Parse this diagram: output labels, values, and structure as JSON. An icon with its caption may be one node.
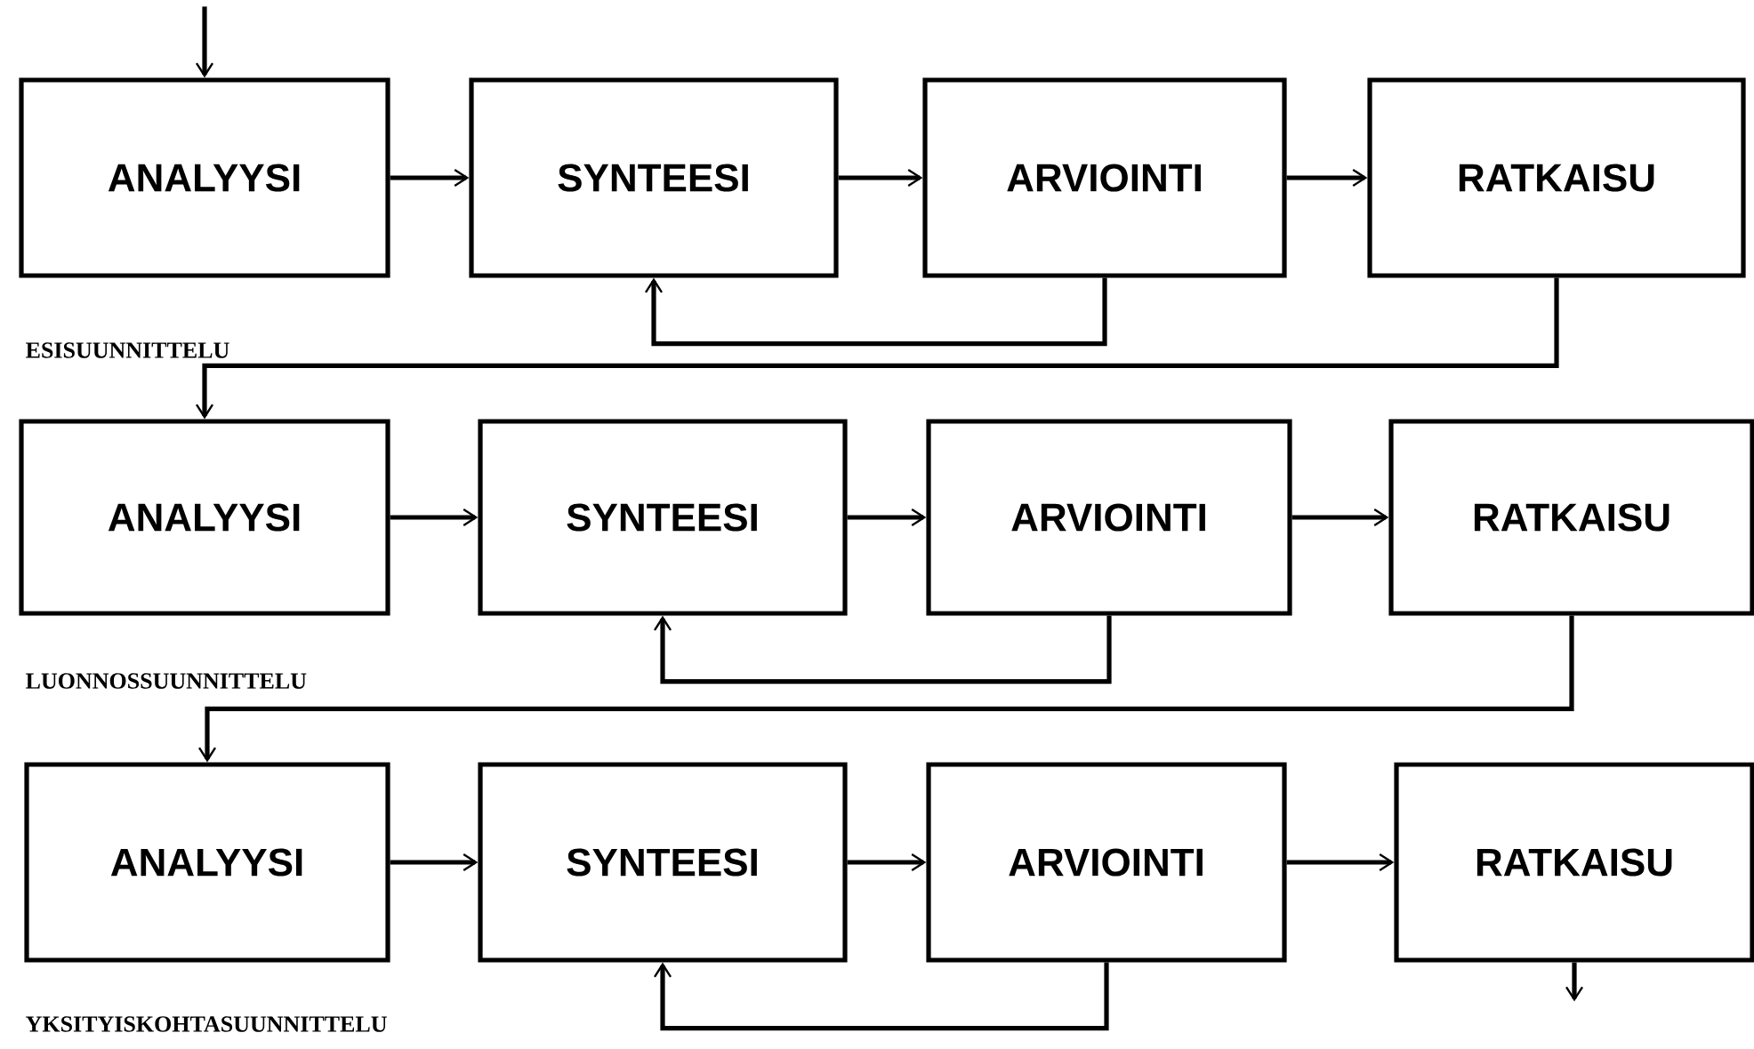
{
  "diagram": {
    "nodes": [
      {
        "text": [
          "ANALYYSI"
        ]
      },
      {
        "text": [
          "SYNTEESI"
        ]
      },
      {
        "text": [
          "ARVIOINTI"
        ]
      },
      {
        "text": [
          "RATKAISU"
        ]
      },
      {
        "text": [
          "ANALYYSI"
        ]
      },
      {
        "text": [
          "SYNTEESI"
        ]
      },
      {
        "text": [
          "ARVIOINTI"
        ]
      },
      {
        "text": [
          "RATKAISU"
        ]
      },
      {
        "text": [
          "ANALYYSI"
        ]
      },
      {
        "text": [
          "SYNTEESI"
        ]
      },
      {
        "text": [
          "ARVIOINTI"
        ]
      },
      {
        "text": [
          "RATKAISU"
        ]
      }
    ],
    "edges": [
      {
        "from": null,
        "to": 0,
        "arrow": "to"
      },
      {
        "from": 0,
        "to": 1,
        "arrow": "to"
      },
      {
        "from": 1,
        "to": 2,
        "arrow": "to"
      },
      {
        "from": 2,
        "to": 3,
        "arrow": "to"
      },
      {
        "from": 2,
        "to": 1,
        "arrow": "to"
      },
      {
        "from": 3,
        "to": 4,
        "arrow": "to"
      },
      {
        "from": 4,
        "to": 5,
        "arrow": "to"
      },
      {
        "from": 5,
        "to": 6,
        "arrow": "to"
      },
      {
        "from": 6,
        "to": 7,
        "arrow": "to"
      },
      {
        "from": 6,
        "to": 5,
        "arrow": "to"
      },
      {
        "from": 7,
        "to": 8,
        "arrow": "to"
      },
      {
        "from": 8,
        "to": 9,
        "arrow": "to"
      },
      {
        "from": 9,
        "to": 10,
        "arrow": "to"
      },
      {
        "from": 10,
        "to": 11,
        "arrow": "to"
      },
      {
        "from": 10,
        "to": 9,
        "arrow": "to"
      },
      {
        "from": 11,
        "to": null,
        "arrow": "to"
      }
    ],
    "labels": [
      "ESISUUNNITTELU",
      "LUONNOSSUUNNITTELU",
      "YKSITYISKOHTASUUNNITTELU"
    ]
  }
}
